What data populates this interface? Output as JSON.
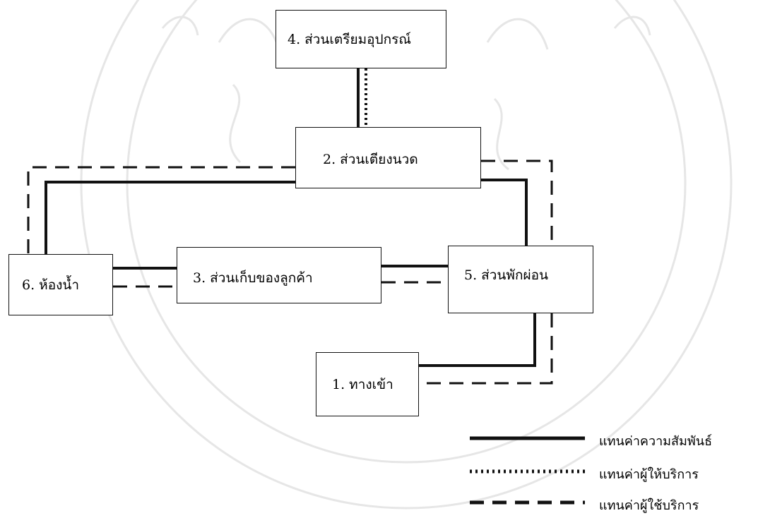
{
  "boxes": {
    "entrance": "1. ทางเข้า",
    "massage_beds": "2. ส่วนเตียงนวด",
    "customer_storage": "3. ส่วนเก็บของลูกค้า",
    "equipment_prep": "4. ส่วนเตรียมอุปกรณ์",
    "rest_area": "5. ส่วนพักผ่อน",
    "restroom": "6. ห้องน้ำ"
  },
  "legend": {
    "solid": "แทนค่าความสัมพันธ์",
    "dotted": "แทนค่าผู้ให้บริการ",
    "dashed": "แทนค่าผู้ใช้บริการ"
  },
  "colors": {
    "line": "#111111",
    "watermark": "#b8b8b8"
  }
}
